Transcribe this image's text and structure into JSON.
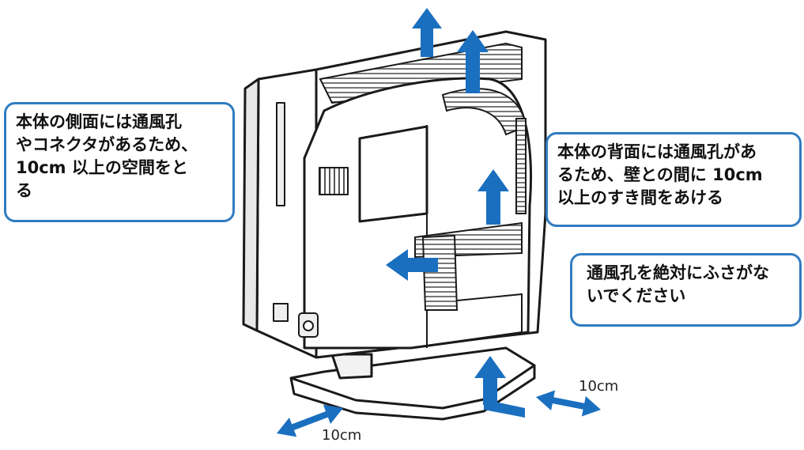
{
  "callouts": {
    "side": {
      "lines": [
        "本体の側面には通風孔",
        "やコネクタがあるため、",
        "10cm 以上の空間をと",
        "る"
      ]
    },
    "back": {
      "lines": [
        "本体の背面には通風孔があ",
        "るため、壁との間に 10cm",
        "以上のすき間をあける"
      ]
    },
    "warning": {
      "lines": [
        "通風孔を絶対にふさがな",
        "いでください"
      ]
    }
  },
  "dimensions": {
    "right_clearance": "10cm",
    "front_clearance": "10cm"
  },
  "colors": {
    "arrow": "#1a6fbf",
    "callout_border": "#2f7cc0",
    "outline": "#1a1a1a",
    "body_fill": "#ffffff",
    "vent_fill": "#bdbdbd"
  }
}
